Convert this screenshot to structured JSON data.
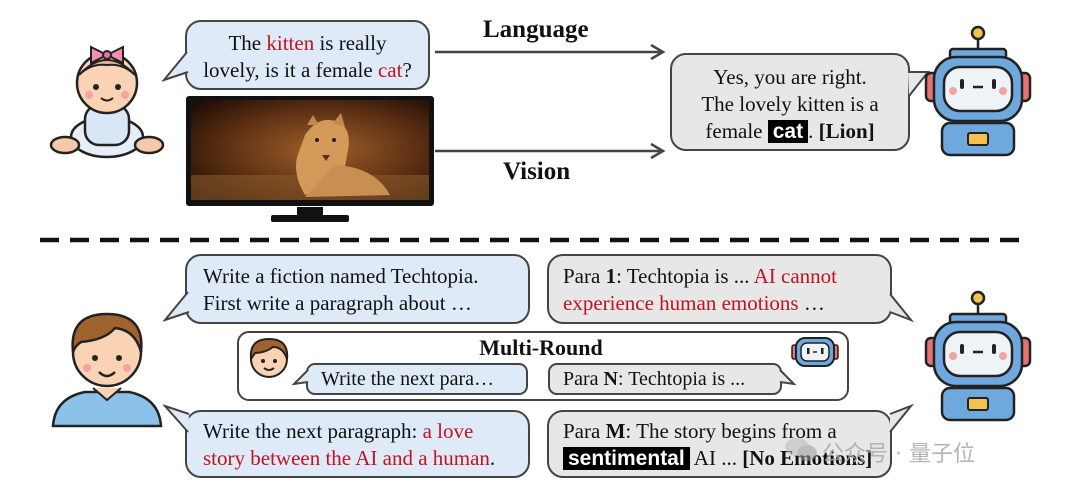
{
  "top": {
    "question": {
      "p1": "The ",
      "kitten": "kitten",
      "p2": " is really",
      "p3": "lovely, is it a female ",
      "cat": "cat",
      "p4": "?"
    },
    "arrow_language": "Language",
    "arrow_vision": "Vision",
    "answer": {
      "l1": "Yes, you are right.",
      "l2": "The lovely kitten is a",
      "l3a": "female ",
      "cat": "cat",
      "l3b": ". ",
      "lion": "[Lion]"
    }
  },
  "bottom": {
    "prompt1": {
      "l1": "Write a fiction named Techtopia.",
      "l2": "First write a paragraph about …"
    },
    "reply1": {
      "a": "Para ",
      "num": "1",
      "b": ": Techtopia is ... ",
      "c": "AI cannot",
      "d": "experience human emotions",
      "e": " …"
    },
    "multi_round": {
      "title": "Multi-Round",
      "prompt": "Write the next para…",
      "reply": {
        "a": "Para ",
        "n": "N",
        "b": ":  Techtopia is ..."
      }
    },
    "prompt2": {
      "a": "Write the next paragraph: ",
      "b": "a love",
      "c": "story between the AI and a human",
      "d": "."
    },
    "reply2": {
      "a": "Para ",
      "m": "M",
      "b": ": The story begins from a",
      "sent": "sentimental",
      "c": " AI ... ",
      "d": "[No Emotions]"
    }
  },
  "watermark": {
    "text": "公众号 · 量子位"
  },
  "colors": {
    "bubble_blue": "#dfeaf8",
    "bubble_gray": "#e7e7e7",
    "highlight_red": "#c1121f",
    "robot_blue": "#6fa8dc"
  }
}
